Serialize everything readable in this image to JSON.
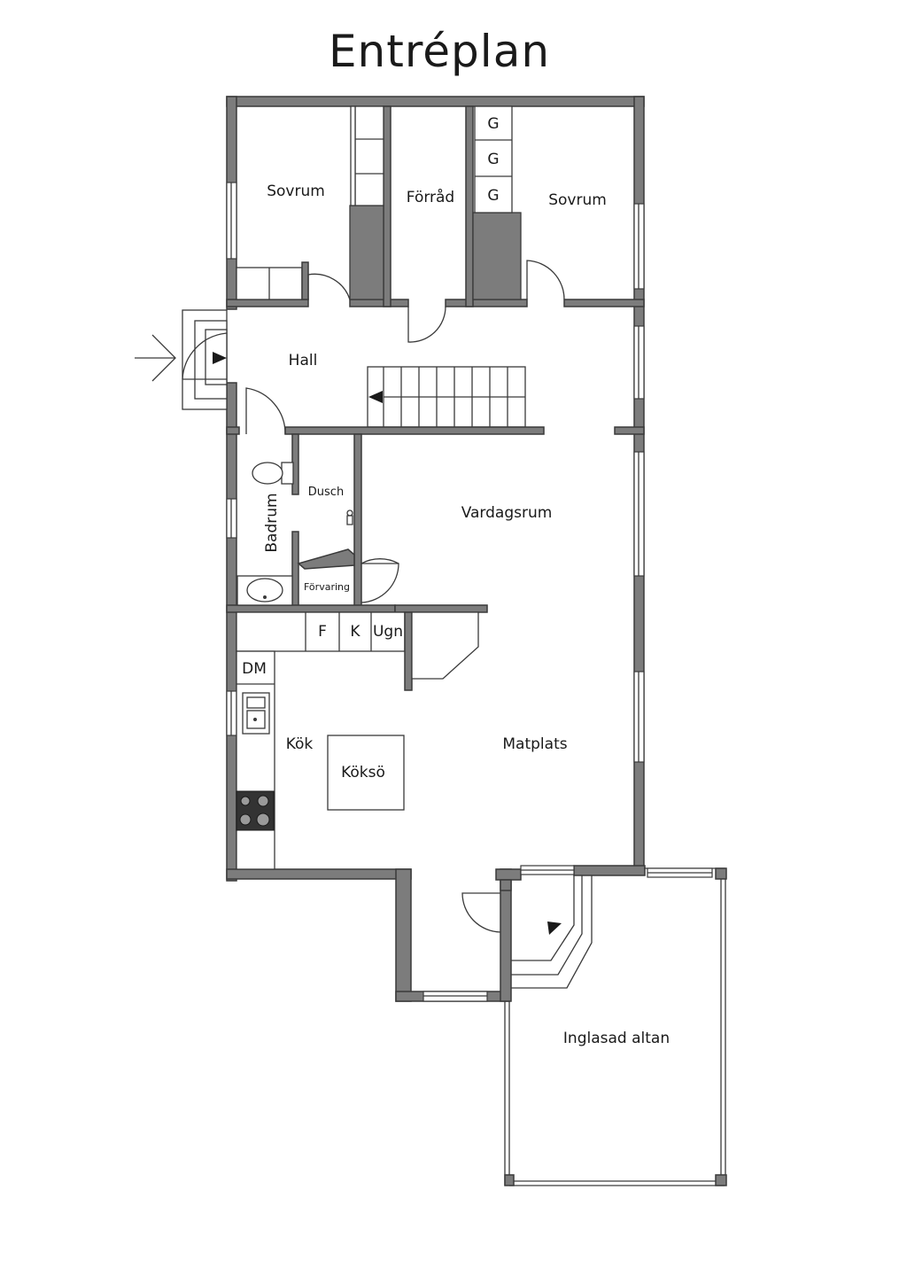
{
  "title": "Entréplan",
  "rooms": {
    "sovrum_left": "Sovrum",
    "forrad": "Förråd",
    "sovrum_right": "Sovrum",
    "hall": "Hall",
    "dusch": "Dusch",
    "badrum": "Badrum",
    "forvaring": "Förvaring",
    "vardagsrum": "Vardagsrum",
    "kok": "Kök",
    "koksö": "Köksö",
    "matplats": "Matplats",
    "altan": "Inglasad altan"
  },
  "fixtures": {
    "g1": "G",
    "g2": "G",
    "g3": "G",
    "fridge": "F",
    "freezer": "K",
    "oven": "Ugn",
    "dishwasher": "DM"
  },
  "colors": {
    "wall": "#7c7c7c",
    "line": "#3a3a3a",
    "background": "#ffffff"
  }
}
